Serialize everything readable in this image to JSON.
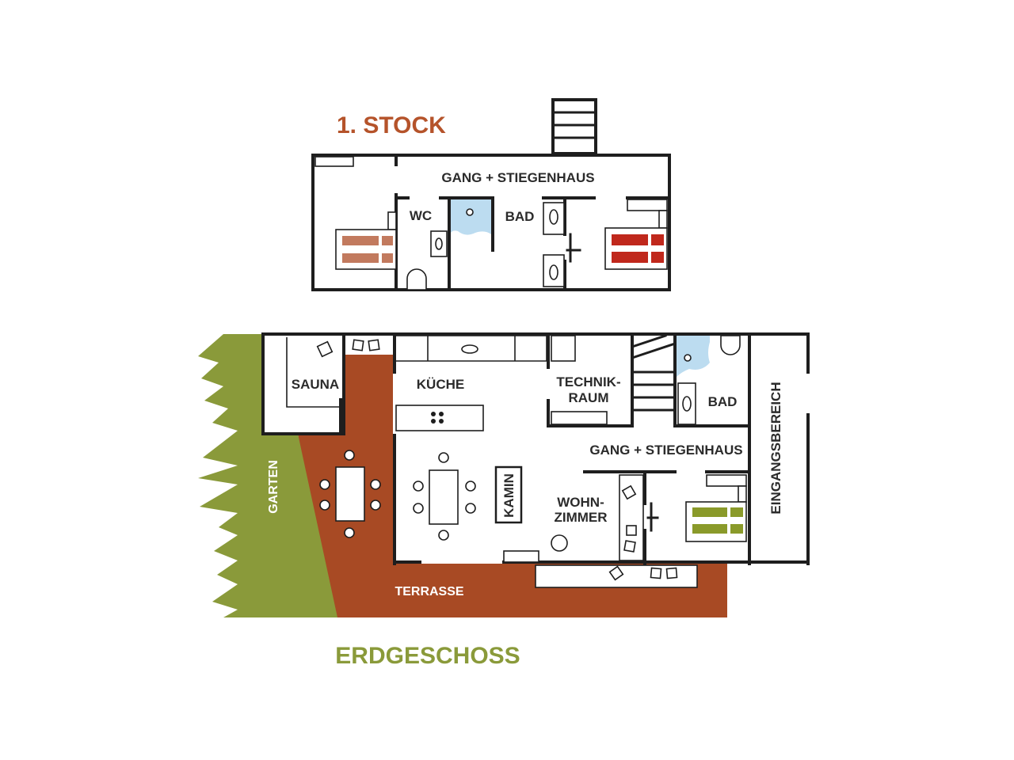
{
  "upper_floor": {
    "title": "1. STOCK",
    "rooms": {
      "gang": "GANG + STIEGENHAUS",
      "wc": "WC",
      "bad": "BAD"
    }
  },
  "ground_floor": {
    "title": "ERDGESCHOSS",
    "rooms": {
      "sauna": "SAUNA",
      "kueche": "KÜCHE",
      "technik_1": "TECHNIK-",
      "technik_2": "RAUM",
      "bad": "BAD",
      "gang": "GANG + STIEGENHAUS",
      "eingang": "EINGANGSBEREICH",
      "kamin": "KAMIN",
      "wohn_1": "WOHN-",
      "wohn_2": "ZIMMER",
      "garten": "GARTEN",
      "terrasse": "TERRASSE"
    }
  },
  "colors": {
    "upper_title": "#b5532a",
    "ground_title": "#8a9a3a",
    "garden": "#8a9a3a",
    "terrace": "#a84a24",
    "water": "#bcdcf0",
    "bed_brown": "#c27a5e",
    "bed_red": "#c0281c",
    "bed_green": "#8a9a2a"
  }
}
